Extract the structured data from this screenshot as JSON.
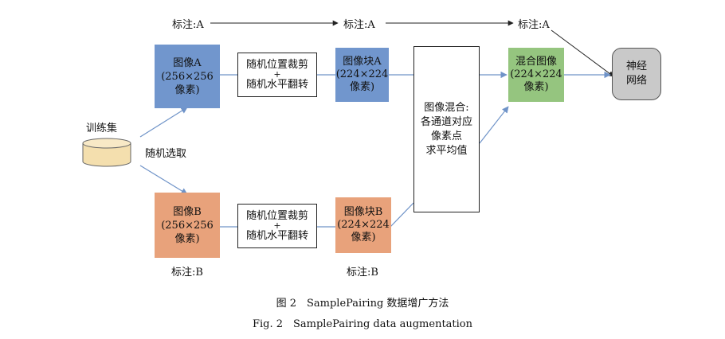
{
  "nodes": {
    "trainset_label": "训练集",
    "random_select": "随机选取",
    "image_a": [
      "图像A",
      "(256×256",
      "像素)"
    ],
    "image_b": [
      "图像B",
      "(256×256",
      "像素)"
    ],
    "crop_flip_a": [
      "随机位置裁剪",
      "+",
      "随机水平翻转"
    ],
    "crop_flip_b": [
      "随机位置裁剪",
      "+",
      "随机水平翻转"
    ],
    "patch_a": [
      "图像块A",
      "(224×224",
      "像素)"
    ],
    "patch_b": [
      "图像块B",
      "(224×224",
      "像素)"
    ],
    "mixing": [
      "图像混合:",
      "各通道对应",
      "像素点",
      "求平均值"
    ],
    "mixed_image": [
      "混合图像",
      "(224×224",
      "像素)"
    ],
    "neural_net": [
      "神经",
      "网络"
    ]
  },
  "labels": {
    "label_a_1": "标注:A",
    "label_a_2": "标注:A",
    "label_a_3": "标注:A",
    "label_b_1": "标注:B",
    "label_b_2": "标注:B"
  },
  "caption": {
    "cn": "图 2　SamplePairing 数据增广方法",
    "en": "Fig. 2　SamplePairing data augmentation"
  },
  "colors": {
    "blue": "#7196cd",
    "orange": "#e8a27b",
    "green": "#95c57f",
    "gray": "#c9c9c9",
    "cylinder": "#f4dfae",
    "arrow": "#6f93c8"
  }
}
